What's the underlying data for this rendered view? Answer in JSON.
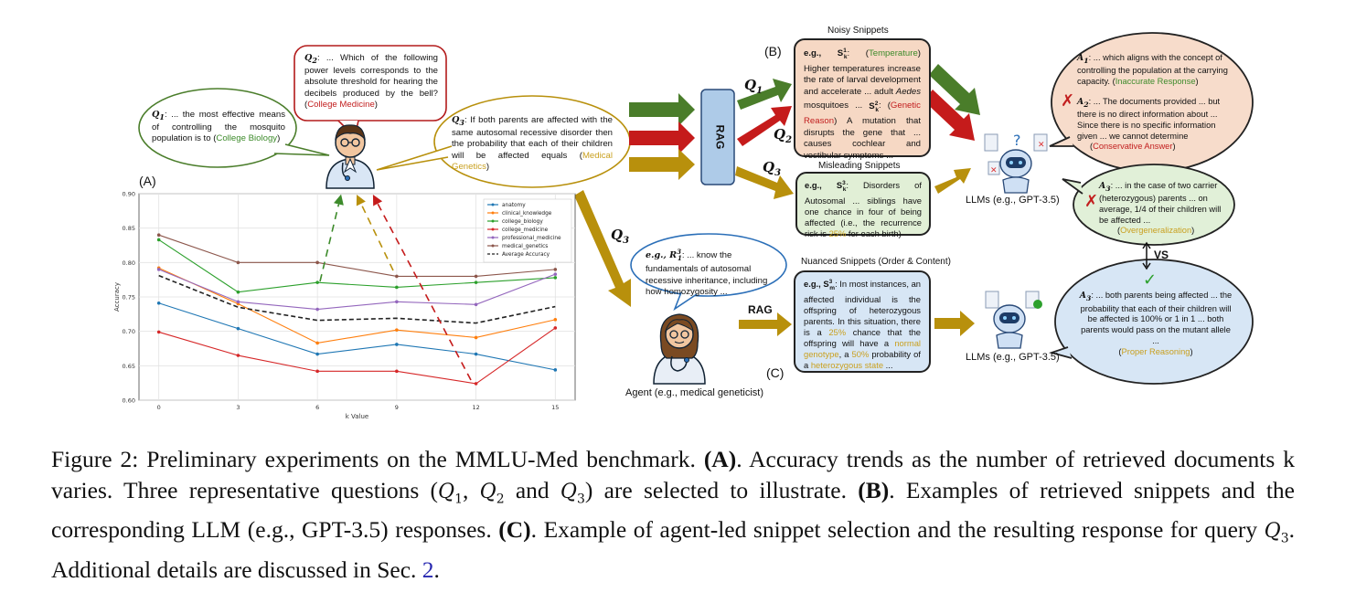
{
  "panels": {
    "a": "(A)",
    "b": "(B)",
    "c": "(C)"
  },
  "bubbles": {
    "q1": {
      "prefix": "Q",
      "sub": "1",
      "text": ": ... the most effective means of controlling the mosquito population is to (",
      "tag": "College Biology",
      "end": ")"
    },
    "q2": {
      "prefix": "Q",
      "sub": "2",
      "text": ": ... Which of the following power levels corresponds to the absolute threshold for hearing the decibels produced by the bell? (",
      "tag": "College Medicine",
      "end": ")"
    },
    "q3": {
      "prefix": "Q",
      "sub": "3",
      "text": ": If both parents are affected with the same autosomal recessive disorder then the probability that each of their children will be affected equals (",
      "tag": "Medical Genetics",
      "end": ")"
    },
    "agent_note": {
      "text": "e.g., R",
      "sup": "3",
      "sub": "1",
      "body": ": ... know the fundamentals of autosomal recessive inheritance, including how homozygosity ..."
    }
  },
  "arrow_labels": {
    "q1": "Q",
    "q1_sub": "1",
    "q2": "Q",
    "q2_sub": "2",
    "q3": "Q",
    "q3_sub": "3",
    "q3_agent": "Q",
    "q3_agent_sub": "3",
    "rag_c": "RAG"
  },
  "rag_box": "RAG",
  "noisy": {
    "title": "Noisy Snippets",
    "s1_label": "e.g., S",
    "s1_sup": "1",
    "s1_sub": "k",
    "s1_tag": "Temperature",
    "s1_text": " Higher temperatures increase the rate of larval development and accelerate ... adult ",
    "s1_italic": "Aedes",
    "s1_end": " mosquitoes ...",
    "s2_label": "S",
    "s2_sup": "2",
    "s2_sub": "k",
    "s2_tag": "Genetic Reason",
    "s2_text": " A mutation that disrupts the gene that ... causes cochlear and vestibular symptoms ..."
  },
  "misleading": {
    "title": "Misleading Snippets",
    "label": "e.g., S",
    "sup": "3",
    "sub": "k",
    "text": ": Disorders of Autosomal ... siblings have one chance in four of being affected (i.e., the recurrence risk is ",
    "pct": "25%",
    "end": " for each birth)"
  },
  "nuanced": {
    "title": "Nuanced Snippets (Order & Content)",
    "label": "e.g., S",
    "sup": "3",
    "sub": "m",
    "t1": ": In most instances, an affected individual is the offspring of heterozygous parents. In this situation, there is a ",
    "p1": "25%",
    "t2": " chance that the offspring will have a ",
    "p2": "normal genotype",
    "t3": ", a ",
    "p3": "50%",
    "t4": " probability of a ",
    "p4": "heterozygous state",
    "t5": " ..."
  },
  "responses": {
    "a1": {
      "label": "A",
      "sub": "1",
      "text": ": ... which aligns with the concept of controlling the population at the carrying capacity. (",
      "tag": "Inaccurate Response",
      "end": ")"
    },
    "a2": {
      "label": "A",
      "sub": "2",
      "text": ": ... The documents provided ... but there is no direct information about ... Since there is no specific information given ... we cannot determine",
      "tag": "Conservative Answer"
    },
    "a3_wrong": {
      "label": "A",
      "sub": "3",
      "text": ": ... in the case of two carrier (heterozygous) parents ... on average, 1/4 of their children will be affected ...",
      "tag": "Overgeneralization"
    },
    "a3_right": {
      "label": "A",
      "sub": "3",
      "text": ": ... both parents being affected ... the probability that each of their children will be affected is 100% or 1 in 1 ... both parents would pass on the mutant allele ...",
      "tag": "Proper Reasoning"
    },
    "vs": "VS",
    "cross": "✗",
    "check": "✓"
  },
  "llm_labels": {
    "top": "LLMs (e.g., GPT-3.5)",
    "bottom": "LLMs (e.g., GPT-3.5)"
  },
  "agent_label": "Agent (e.g., medical geneticist)",
  "colors": {
    "green": "#4a7d2a",
    "red": "#c51b1b",
    "gold": "#b8900c",
    "rag_fill": "#aecbe8"
  },
  "chart_data": {
    "type": "line",
    "title": "",
    "xlabel": "k Value",
    "ylabel": "Accuracy",
    "x": [
      0,
      3,
      6,
      9,
      12,
      15
    ],
    "xticks": [
      "0",
      "3",
      "6",
      "9",
      "12",
      "15"
    ],
    "yticks": [
      "0.60",
      "0.65",
      "0.70",
      "0.75",
      "0.80",
      "0.85",
      "0.90"
    ],
    "ylim": [
      0.6,
      0.9
    ],
    "xlim": [
      -0.75,
      15.75
    ],
    "grid": true,
    "legend_position": "top-right",
    "series": [
      {
        "name": "anatomy",
        "color": "#1f77b4",
        "values": [
          0.741,
          0.704,
          0.667,
          0.681,
          0.667,
          0.644
        ]
      },
      {
        "name": "clinical_knowledge",
        "color": "#ff7f0e",
        "values": [
          0.792,
          0.74,
          0.683,
          0.702,
          0.691,
          0.717
        ]
      },
      {
        "name": "college_biology",
        "color": "#2ca02c",
        "values": [
          0.833,
          0.757,
          0.771,
          0.764,
          0.771,
          0.778
        ]
      },
      {
        "name": "college_medicine",
        "color": "#d62728",
        "values": [
          0.699,
          0.665,
          0.642,
          0.642,
          0.624,
          0.705
        ]
      },
      {
        "name": "professional_medicine",
        "color": "#9467bd",
        "values": [
          0.79,
          0.743,
          0.732,
          0.743,
          0.739,
          0.783
        ]
      },
      {
        "name": "medical_genetics",
        "color": "#8c564b",
        "values": [
          0.84,
          0.8,
          0.8,
          0.78,
          0.78,
          0.79
        ]
      },
      {
        "name": "Average Accuracy",
        "color": "#222222",
        "dashed": true,
        "values": [
          0.781,
          0.735,
          0.716,
          0.719,
          0.712,
          0.736
        ]
      }
    ]
  },
  "caption": {
    "fig": "Figure 2: Preliminary experiments on the MMLU-Med benchmark. ",
    "a": "(A)",
    "a_text": ". Accuracy trends as the number of retrieved documents k varies. Three representative questions (",
    "q1": "Q",
    "q1_sub": "1",
    "sep1": ", ",
    "q2": "Q",
    "q2_sub": "2",
    "and": " and ",
    "q3": "Q",
    "q3_sub": "3",
    "a_end": ") are selected to illustrate. ",
    "b": "(B)",
    "b_text": ". Examples of retrieved snippets and the corresponding LLM (e.g., GPT-3.5) responses. ",
    "c": "(C)",
    "c_text": ". Example of agent-led snippet selection and the resulting response for query ",
    "q3b": "Q",
    "q3b_sub": "3",
    "end": ". Additional details are discussed in Sec. ",
    "sec": "2",
    "period": "."
  }
}
